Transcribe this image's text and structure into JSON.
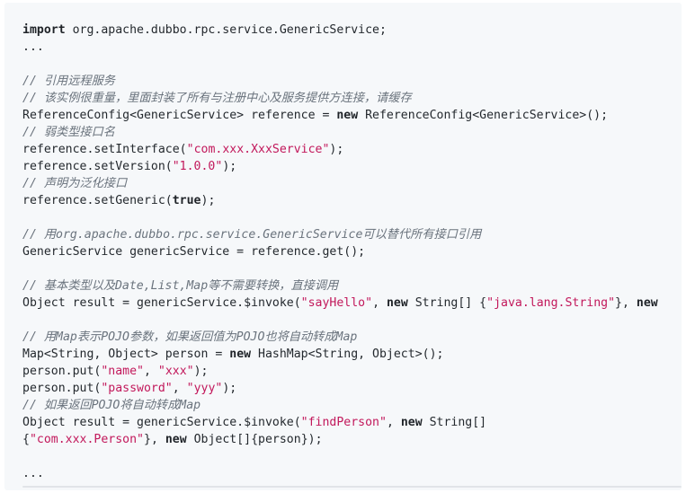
{
  "code": {
    "lines": [
      [
        {
          "t": "import",
          "c": "kw"
        },
        {
          "t": " org.apache.dubbo.rpc.service.GenericService;",
          "c": "pl"
        }
      ],
      [
        {
          "t": "...",
          "c": "pl"
        }
      ],
      [],
      [
        {
          "t": "// 引用远程服务",
          "c": "cm"
        }
      ],
      [
        {
          "t": "// 该实例很重量，里面封装了所有与注册中心及服务提供方连接，请缓存",
          "c": "cm"
        }
      ],
      [
        {
          "t": "ReferenceConfig<GenericService> reference = ",
          "c": "pl"
        },
        {
          "t": "new",
          "c": "kw"
        },
        {
          "t": " ReferenceConfig<GenericService>();",
          "c": "pl"
        }
      ],
      [
        {
          "t": "// 弱类型接口名",
          "c": "cm"
        }
      ],
      [
        {
          "t": "reference.setInterface(",
          "c": "pl"
        },
        {
          "t": "\"com.xxx.XxxService\"",
          "c": "st"
        },
        {
          "t": ");",
          "c": "pl"
        }
      ],
      [
        {
          "t": "reference.setVersion(",
          "c": "pl"
        },
        {
          "t": "\"1.0.0\"",
          "c": "st"
        },
        {
          "t": ");",
          "c": "pl"
        }
      ],
      [
        {
          "t": "// 声明为泛化接口",
          "c": "cm"
        }
      ],
      [
        {
          "t": "reference.setGeneric(",
          "c": "pl"
        },
        {
          "t": "true",
          "c": "kw"
        },
        {
          "t": ");",
          "c": "pl"
        }
      ],
      [],
      [
        {
          "t": "// 用org.apache.dubbo.rpc.service.GenericService可以替代所有接口引用",
          "c": "cm"
        }
      ],
      [
        {
          "t": "GenericService genericService = reference.get();",
          "c": "pl"
        }
      ],
      [],
      [
        {
          "t": "// 基本类型以及Date,List,Map等不需要转换，直接调用",
          "c": "cm"
        }
      ],
      [
        {
          "t": "Object result = genericService.$invoke(",
          "c": "pl"
        },
        {
          "t": "\"sayHello\"",
          "c": "st"
        },
        {
          "t": ", ",
          "c": "pl"
        },
        {
          "t": "new",
          "c": "kw"
        },
        {
          "t": " String[] {",
          "c": "pl"
        },
        {
          "t": "\"java.lang.String\"",
          "c": "st"
        },
        {
          "t": "}, ",
          "c": "pl"
        },
        {
          "t": "new",
          "c": "kw"
        }
      ],
      [],
      [
        {
          "t": "// 用Map表示POJO参数，如果返回值为POJO也将自动转成Map",
          "c": "cm"
        }
      ],
      [
        {
          "t": "Map<String, Object> person = ",
          "c": "pl"
        },
        {
          "t": "new",
          "c": "kw"
        },
        {
          "t": " HashMap<String, Object>();",
          "c": "pl"
        }
      ],
      [
        {
          "t": "person.put(",
          "c": "pl"
        },
        {
          "t": "\"name\"",
          "c": "st"
        },
        {
          "t": ", ",
          "c": "pl"
        },
        {
          "t": "\"xxx\"",
          "c": "st"
        },
        {
          "t": ");",
          "c": "pl"
        }
      ],
      [
        {
          "t": "person.put(",
          "c": "pl"
        },
        {
          "t": "\"password\"",
          "c": "st"
        },
        {
          "t": ", ",
          "c": "pl"
        },
        {
          "t": "\"yyy\"",
          "c": "st"
        },
        {
          "t": ");",
          "c": "pl"
        }
      ],
      [
        {
          "t": "// 如果返回POJO将自动转成Map",
          "c": "cm"
        }
      ],
      [
        {
          "t": "Object result = genericService.$invoke(",
          "c": "pl"
        },
        {
          "t": "\"findPerson\"",
          "c": "st"
        },
        {
          "t": ", ",
          "c": "pl"
        },
        {
          "t": "new",
          "c": "kw"
        },
        {
          "t": " String[]",
          "c": "pl"
        }
      ],
      [
        {
          "t": "{",
          "c": "pl"
        },
        {
          "t": "\"com.xxx.Person\"",
          "c": "st"
        },
        {
          "t": "}, ",
          "c": "pl"
        },
        {
          "t": "new",
          "c": "kw"
        },
        {
          "t": " Object[]{person});",
          "c": "pl"
        }
      ],
      [],
      [
        {
          "t": "...",
          "c": "pl"
        }
      ]
    ]
  }
}
